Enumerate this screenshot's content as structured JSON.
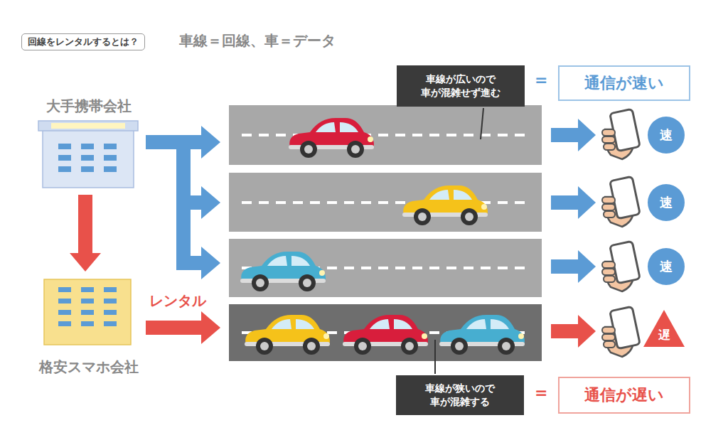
{
  "diagram": {
    "title": "回線をレンタルするとは？",
    "nodes": [
      {
        "text": [
          "大手携帯会社"
        ]
      },
      {
        "text": [
          "車線が広いので 車が混雑せず進む"
        ]
      },
      {
        "text": [
          "通信が速い"
        ]
      },
      {
        "text": [
          "速"
        ]
      },
      {
        "text": [
          "速"
        ]
      },
      {
        "text": [
          "速"
        ]
      },
      {
        "text": [
          "格安スマホ会社"
        ]
      },
      {
        "text": [
          "遅"
        ]
      },
      {
        "text": [
          "車線が狭いので 車が混雑する"
        ]
      },
      {
        "text": [
          "通信が遅い"
        ]
      }
    ],
    "edges": [
      {
        "from": 0,
        "to": 6,
        "arrow": "to"
      }
    ],
    "labels": [
      "車線＝回線、車＝データ",
      "=",
      "レンタル",
      "="
    ]
  }
}
